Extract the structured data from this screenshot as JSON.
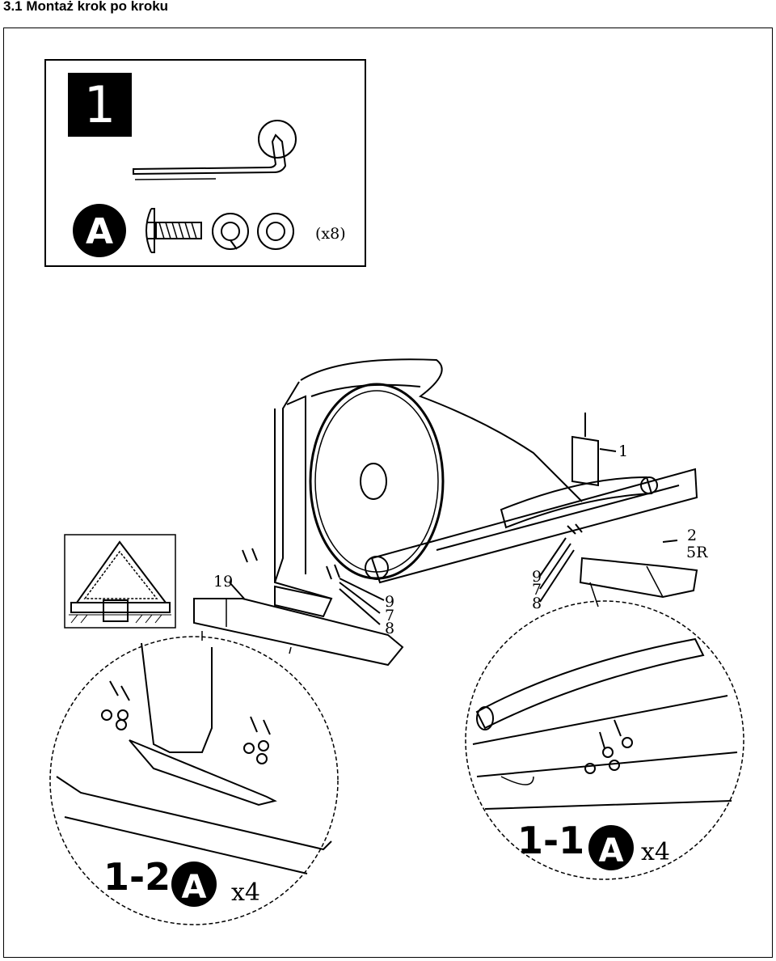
{
  "page": {
    "title": "3.1 Montaż krok po kroku"
  },
  "parts_box": {
    "step_number": "1",
    "fastener_letter": "A",
    "quantity": "(x8)"
  },
  "callouts": {
    "part_1": "1",
    "part_2": "2",
    "part_2_side": "5R",
    "part_19": "19",
    "right_washer_9": "9",
    "right_washer_7": "7",
    "right_washer_8": "8",
    "left_washer_9": "9",
    "left_washer_7": "7",
    "left_washer_8": "8"
  },
  "details": {
    "detail_left": {
      "step": "1-2",
      "letter": "A",
      "qty": "x4"
    },
    "detail_right": {
      "step": "1-1",
      "letter": "A",
      "qty": "x4"
    }
  },
  "icons": [
    "allen-key-icon",
    "bolt-icon",
    "spring-washer-icon",
    "flat-washer-icon"
  ]
}
